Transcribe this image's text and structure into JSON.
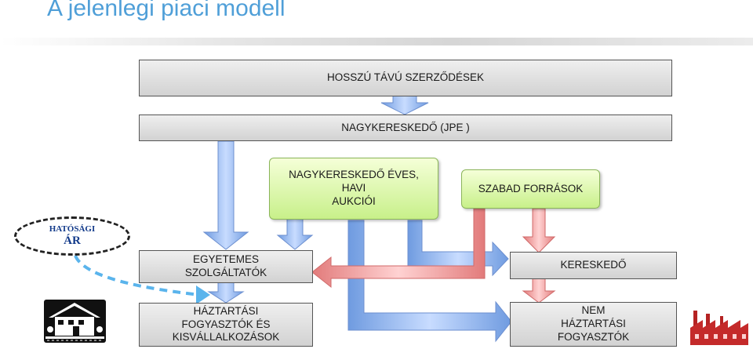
{
  "title": "A jelenlegi piaci modell",
  "boxes": {
    "long_term": "HOSSZÚ TÁVÚ SZERZŐDÉSEK",
    "wholesaler": "NAGYKERESKEDŐ (JPE )",
    "auctions": "NAGYKERESKEDŐ ÉVES,\nHAVI\nAUKCIÓI",
    "free_sources": "SZABAD FORRÁSOK",
    "universal_providers": "EGYETEMES\nSZOLGÁLTATÓK",
    "retailer": "KERESKEDŐ",
    "households": "HÁZTARTÁSI\nFOGYASZTÓK ÉS\nKISVÁLLALKOZÁSOK",
    "non_household": "NEM\nHÁZTARTÁSI\nFOGYASZTÓK"
  },
  "regulated_price": {
    "line1": "HATÓSÁGI",
    "line2": "ÁR"
  },
  "icons": {
    "house": "house-icon",
    "factory": "factory-icon"
  },
  "colors": {
    "title": "#4f9fd8",
    "blue_arrow": "#8fb4ea",
    "red_arrow": "#f0a0a0",
    "dashed_link": "#5ab4ec"
  }
}
